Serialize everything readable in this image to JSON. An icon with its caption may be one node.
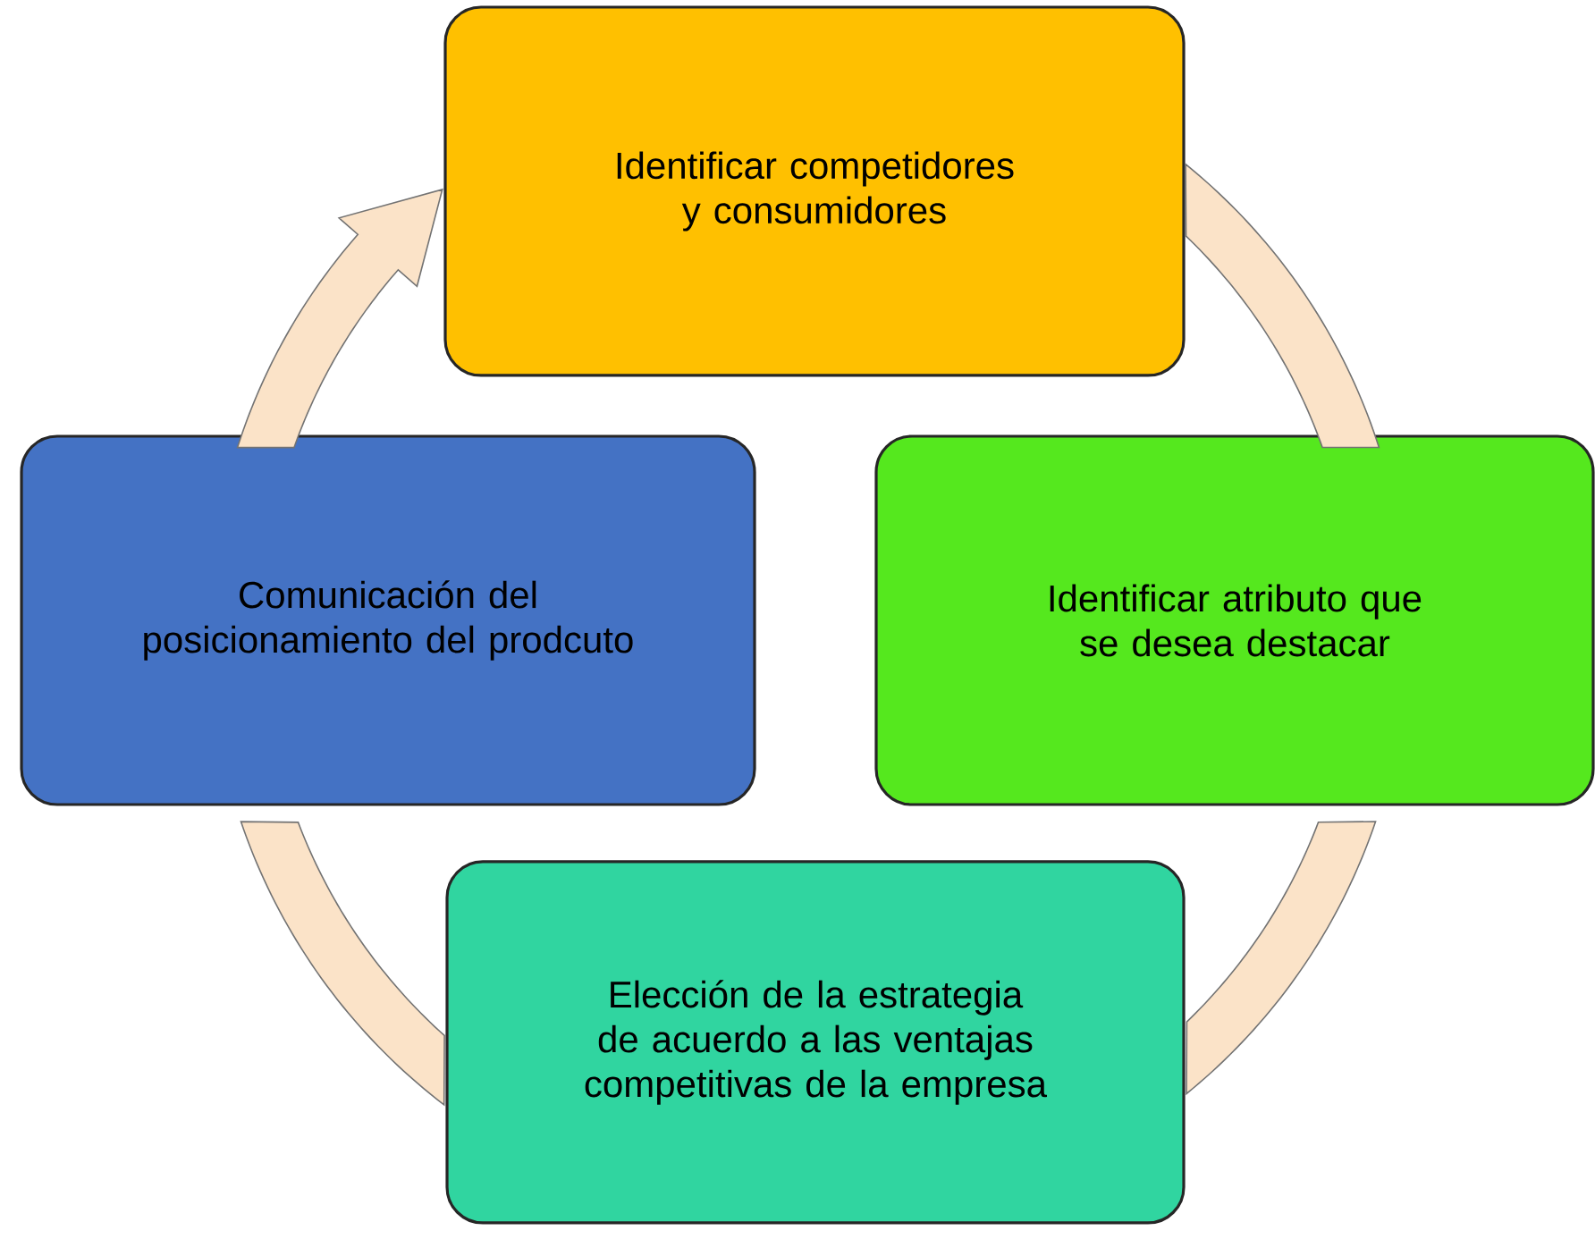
{
  "diagram": {
    "nodes": [
      {
        "text": [
          "Identificar competidores y consumidores"
        ]
      },
      {
        "text": [
          "Identificar atributo que se desea destacar"
        ]
      },
      {
        "text": [
          "Elección de la estrategia de acuerdo a las ventajas competitivas de la empresa"
        ]
      },
      {
        "text": [
          "Comunicación del posicionamiento del prodcuto"
        ]
      }
    ],
    "edges": [
      {
        "from": 0,
        "to": 1,
        "arrow": "none"
      },
      {
        "from": 1,
        "to": 2,
        "arrow": "none"
      },
      {
        "from": 2,
        "to": 3,
        "arrow": "none"
      },
      {
        "from": 3,
        "to": 0,
        "arrow": "to"
      }
    ]
  }
}
